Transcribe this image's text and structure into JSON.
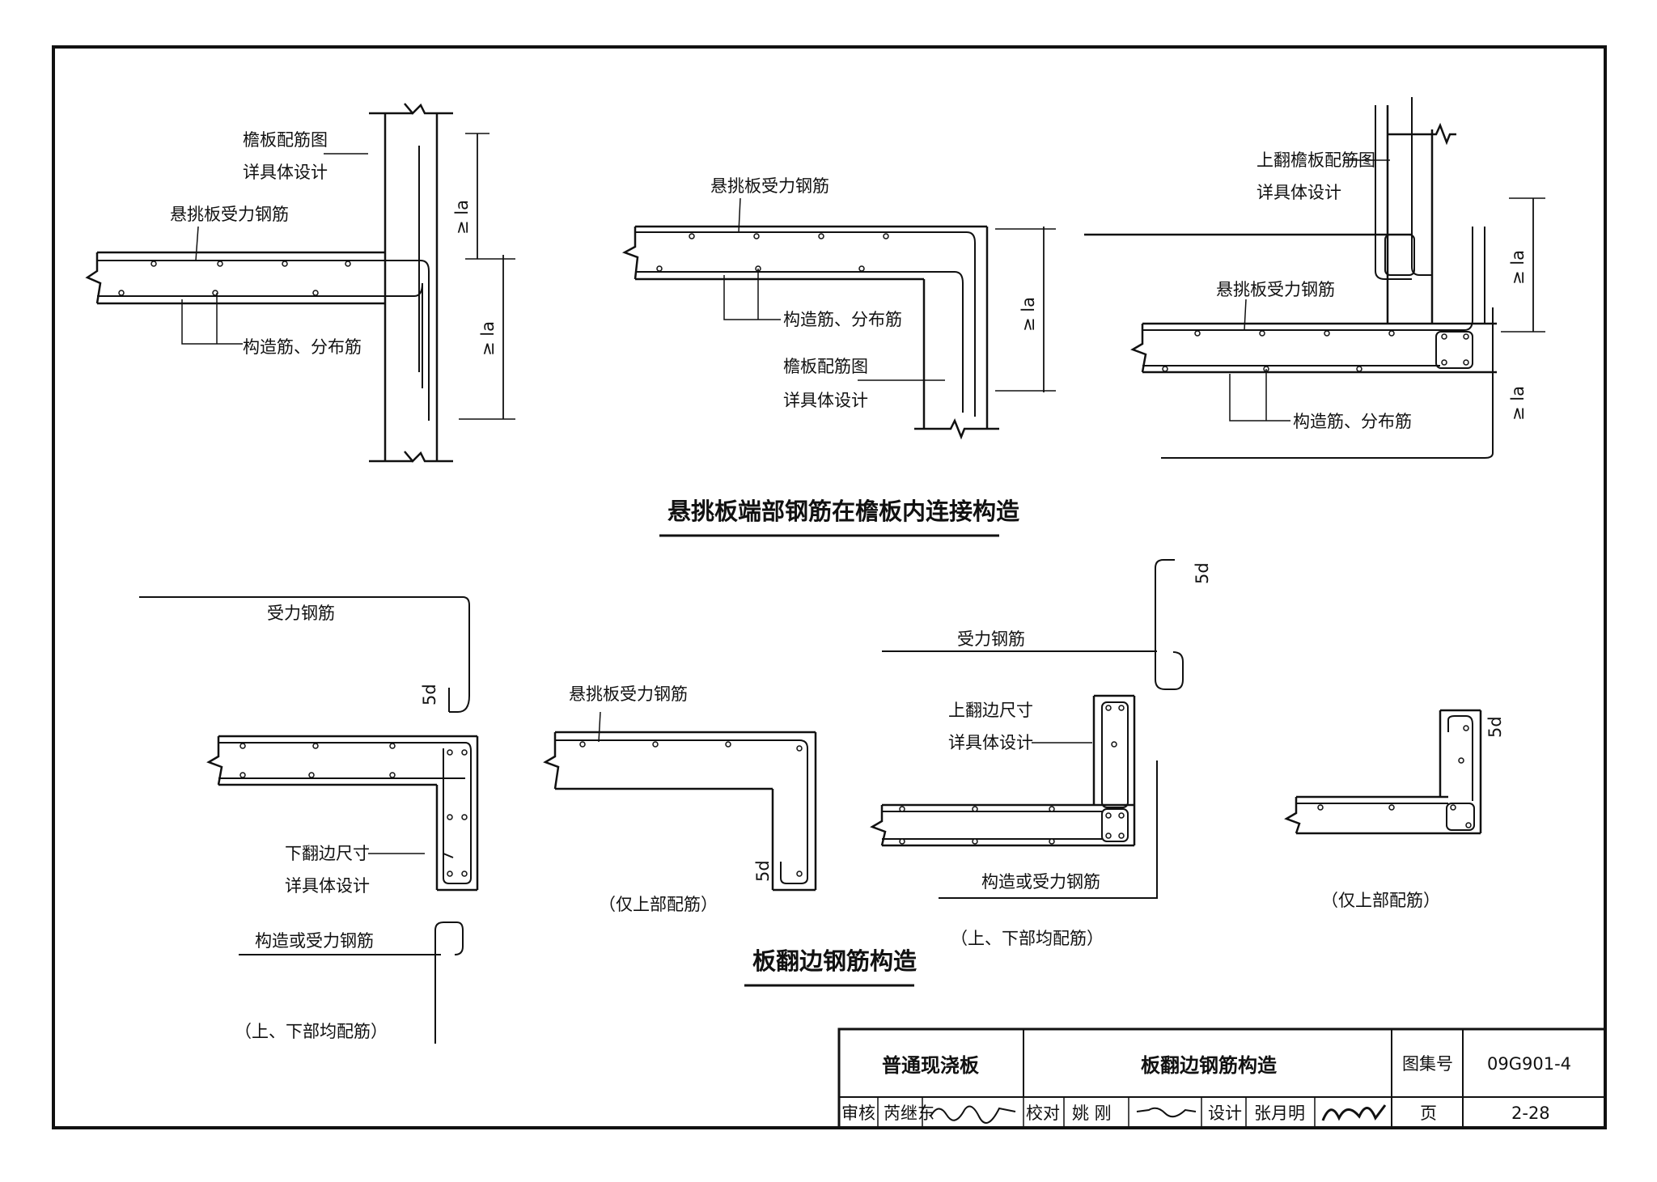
{
  "titles": {
    "section1": "悬挑板端部钢筋在檐板内连接构造",
    "section2": "板翻边钢筋构造"
  },
  "labels": {
    "d1_eave_1": "檐板配筋图",
    "d1_eave_2": "详具体设计",
    "d1_main": "悬挑板受力钢筋",
    "d1_dist": "构造筋、分布筋",
    "d2_main": "悬挑板受力钢筋",
    "d2_dist": "构造筋、分布筋",
    "d2_eave_1": "檐板配筋图",
    "d2_eave_2": "详具体设计",
    "d3_eave_1": "上翻檐板配筋图",
    "d3_eave_2": "详具体设计",
    "d3_main": "悬挑板受力钢筋",
    "d3_dist": "构造筋、分布筋",
    "la": "≥ la",
    "d4_main": "受力钢筋",
    "d4_down_1": "下翻边尺寸",
    "d4_down_2": "详具体设计",
    "d4_struct": "构造或受力钢筋",
    "d4_caption": "（上、下部均配筋）",
    "d5_main": "悬挑板受力钢筋",
    "d5_caption": "（仅上部配筋）",
    "d6_main": "受力钢筋",
    "d6_up_1": "上翻边尺寸",
    "d6_up_2": "详具体设计",
    "d6_struct": "构造或受力钢筋",
    "d6_caption": "（上、下部均配筋）",
    "d7_caption": "（仅上部配筋）",
    "hook": "5d"
  },
  "title_block": {
    "category": "普通现浇板",
    "drawing_title": "板翻边钢筋构造",
    "atlas_label": "图集号",
    "atlas_no": "09G901-4",
    "review_label": "审核",
    "review_name": "芮继东",
    "check_label": "校对",
    "check_name": "姚 刚",
    "design_label": "设计",
    "design_name": "张月明",
    "page_label": "页",
    "page_no": "2-28"
  }
}
